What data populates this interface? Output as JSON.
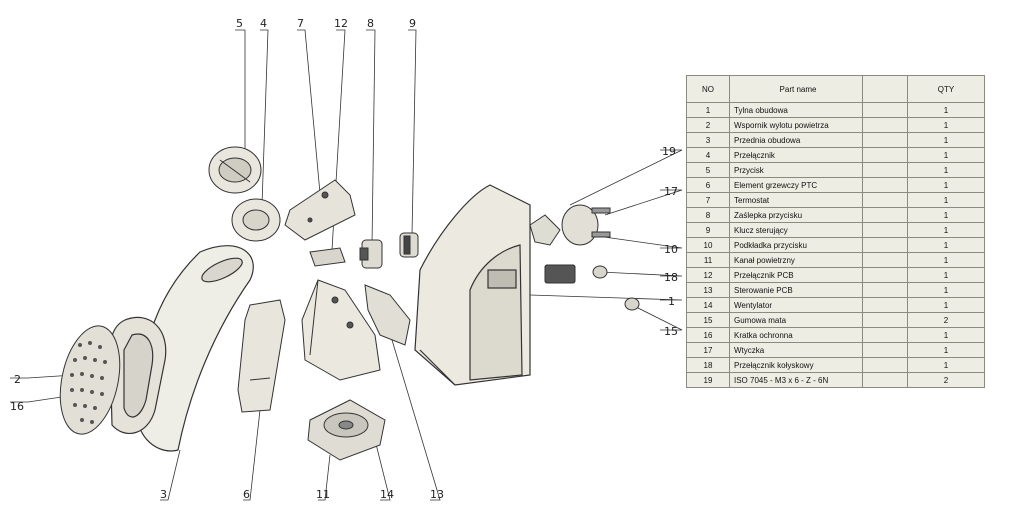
{
  "callouts": {
    "c1": "1",
    "c2": "2",
    "c3": "3",
    "c4": "4",
    "c5": "5",
    "c6": "6",
    "c7": "7",
    "c8": "8",
    "c9": "9",
    "c10": "10",
    "c11": "11",
    "c12": "12",
    "c13": "13",
    "c14": "14",
    "c15": "15",
    "c16": "16",
    "c17": "17",
    "c18": "18",
    "c19": "19"
  },
  "table": {
    "headers": {
      "no": "NO",
      "name": "Part name",
      "blank": "",
      "qty": "QTY"
    },
    "rows": [
      {
        "no": "1",
        "name": "Tylna obudowa",
        "qty": "1"
      },
      {
        "no": "2",
        "name": "Wspornik wylotu powietrza",
        "qty": "1"
      },
      {
        "no": "3",
        "name": "Przednia obudowa",
        "qty": "1"
      },
      {
        "no": "4",
        "name": "Przełącznik",
        "qty": "1"
      },
      {
        "no": "5",
        "name": "Przycisk",
        "qty": "1"
      },
      {
        "no": "6",
        "name": "Element grzewczy PTC",
        "qty": "1"
      },
      {
        "no": "7",
        "name": "Termostat",
        "qty": "1"
      },
      {
        "no": "8",
        "name": "Zaślepka przycisku",
        "qty": "1"
      },
      {
        "no": "9",
        "name": "Klucz sterujący",
        "qty": "1"
      },
      {
        "no": "10",
        "name": "Podkładka przycisku",
        "qty": "1"
      },
      {
        "no": "11",
        "name": "Kanał powietrzny",
        "qty": "1"
      },
      {
        "no": "12",
        "name": "Przełącznik PCB",
        "qty": "1"
      },
      {
        "no": "13",
        "name": "Sterowanie PCB",
        "qty": "1"
      },
      {
        "no": "14",
        "name": "Wentylator",
        "qty": "1"
      },
      {
        "no": "15",
        "name": "Gumowa mata",
        "qty": "2"
      },
      {
        "no": "16",
        "name": "Kratka ochronna",
        "qty": "1"
      },
      {
        "no": "17",
        "name": "Wtyczka",
        "qty": "1"
      },
      {
        "no": "18",
        "name": "Przełącznik kołyskowy",
        "qty": "1"
      },
      {
        "no": "19",
        "name": "ISO 7045 - M3 x 6 - Z - 6N",
        "qty": "2"
      }
    ]
  }
}
